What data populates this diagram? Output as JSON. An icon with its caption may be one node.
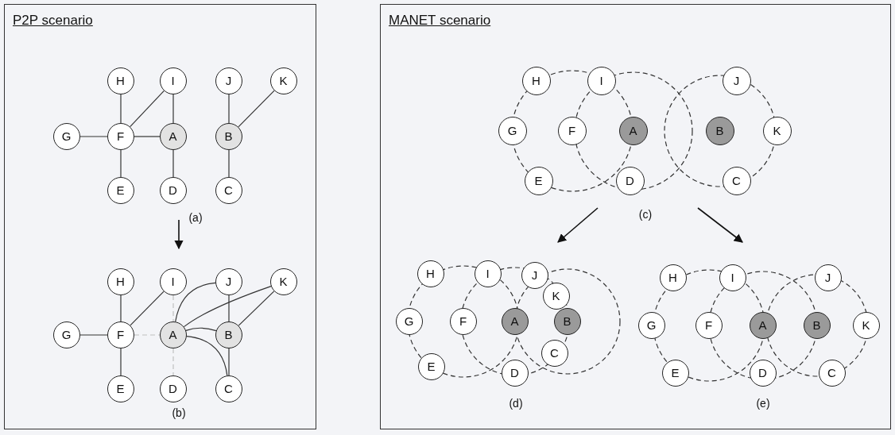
{
  "diagram": {
    "nodes": [
      {
        "text": [
          "P2P scenario"
        ]
      },
      {
        "text": [
          "MANET scenario"
        ]
      },
      {
        "text": [
          "H"
        ],
        "in": 0
      },
      {
        "text": [
          "I"
        ],
        "in": 0
      },
      {
        "text": [
          "J"
        ],
        "in": 0
      },
      {
        "text": [
          "K"
        ],
        "in": 0
      },
      {
        "text": [
          "G"
        ],
        "in": 0
      },
      {
        "text": [
          "F"
        ],
        "in": 0
      },
      {
        "text": [
          "A"
        ],
        "in": 0
      },
      {
        "text": [
          "B"
        ],
        "in": 0
      },
      {
        "text": [
          "E"
        ],
        "in": 0
      },
      {
        "text": [
          "D"
        ],
        "in": 0
      },
      {
        "text": [
          "C"
        ],
        "in": 0
      },
      {
        "text": [
          "H"
        ],
        "in": 0
      },
      {
        "text": [
          "I"
        ],
        "in": 0
      },
      {
        "text": [
          "J"
        ],
        "in": 0
      },
      {
        "text": [
          "K"
        ],
        "in": 0
      },
      {
        "text": [
          "G"
        ],
        "in": 0
      },
      {
        "text": [
          "F"
        ],
        "in": 0
      },
      {
        "text": [
          "A"
        ],
        "in": 0
      },
      {
        "text": [
          "B"
        ],
        "in": 0
      },
      {
        "text": [
          "E"
        ],
        "in": 0
      },
      {
        "text": [
          "D"
        ],
        "in": 0
      },
      {
        "text": [
          "C"
        ],
        "in": 0
      },
      {
        "text": [
          "H"
        ],
        "in": 1
      },
      {
        "text": [
          "I"
        ],
        "in": 1
      },
      {
        "text": [
          "J"
        ],
        "in": 1
      },
      {
        "text": [
          "K"
        ],
        "in": 1
      },
      {
        "text": [
          "G"
        ],
        "in": 1
      },
      {
        "text": [
          "F"
        ],
        "in": 1
      },
      {
        "text": [
          "A"
        ],
        "in": 1
      },
      {
        "text": [
          "B"
        ],
        "in": 1
      },
      {
        "text": [
          "E"
        ],
        "in": 1
      },
      {
        "text": [
          "D"
        ],
        "in": 1
      },
      {
        "text": [
          "C"
        ],
        "in": 1
      },
      {
        "text": [
          "H"
        ],
        "in": 1
      },
      {
        "text": [
          "I"
        ],
        "in": 1
      },
      {
        "text": [
          "J"
        ],
        "in": 1
      },
      {
        "text": [
          "K"
        ],
        "in": 1
      },
      {
        "text": [
          "G"
        ],
        "in": 1
      },
      {
        "text": [
          "F"
        ],
        "in": 1
      },
      {
        "text": [
          "A"
        ],
        "in": 1
      },
      {
        "text": [
          "B"
        ],
        "in": 1
      },
      {
        "text": [
          "E"
        ],
        "in": 1
      },
      {
        "text": [
          "D"
        ],
        "in": 1
      },
      {
        "text": [
          "C"
        ],
        "in": 1
      },
      {
        "text": [
          "H"
        ],
        "in": 1
      },
      {
        "text": [
          "I"
        ],
        "in": 1
      },
      {
        "text": [
          "J"
        ],
        "in": 1
      },
      {
        "text": [
          "K"
        ],
        "in": 1
      },
      {
        "text": [
          "G"
        ],
        "in": 1
      },
      {
        "text": [
          "F"
        ],
        "in": 1
      },
      {
        "text": [
          "A"
        ],
        "in": 1
      },
      {
        "text": [
          "B"
        ],
        "in": 1
      },
      {
        "text": [
          "E"
        ],
        "in": 1
      },
      {
        "text": [
          "D"
        ],
        "in": 1
      },
      {
        "text": [
          "C"
        ],
        "in": 1
      }
    ],
    "edges": [
      {
        "from": 2,
        "to": 7,
        "arrow": "none"
      },
      {
        "from": 3,
        "to": 7,
        "arrow": "none"
      },
      {
        "from": 3,
        "to": 8,
        "arrow": "none"
      },
      {
        "from": 6,
        "to": 7,
        "arrow": "none"
      },
      {
        "from": 7,
        "to": 8,
        "arrow": "none"
      },
      {
        "from": 8,
        "to": 11,
        "arrow": "none"
      },
      {
        "from": 4,
        "to": 9,
        "arrow": "none"
      },
      {
        "from": 5,
        "to": 9,
        "arrow": "none"
      },
      {
        "from": 9,
        "to": 12,
        "arrow": "none"
      },
      {
        "from": 7,
        "to": 10,
        "arrow": "none"
      },
      {
        "from": 13,
        "to": 18,
        "arrow": "none"
      },
      {
        "from": 14,
        "to": 18,
        "arrow": "none"
      },
      {
        "from": 17,
        "to": 18,
        "arrow": "none"
      },
      {
        "from": 18,
        "to": 21,
        "arrow": "none"
      },
      {
        "from": 15,
        "to": 20,
        "arrow": "none"
      },
      {
        "from": 16,
        "to": 20,
        "arrow": "none"
      },
      {
        "from": 20,
        "to": 23,
        "arrow": "none"
      },
      {
        "from": 19,
        "to": 15,
        "arrow": "none"
      },
      {
        "from": 19,
        "to": 16,
        "arrow": "none"
      },
      {
        "from": 19,
        "to": 20,
        "arrow": "none"
      },
      {
        "from": 19,
        "to": 23,
        "arrow": "none"
      },
      {
        "from": 18,
        "to": 19,
        "arrow": "none",
        "style": "dashed",
        "color": "#c0c0c0"
      },
      {
        "from": 14,
        "to": 19,
        "arrow": "none",
        "style": "dashed",
        "color": "#c0c0c0"
      },
      {
        "from": 19,
        "to": 22,
        "arrow": "none",
        "style": "dashed",
        "color": "#c0c0c0"
      }
    ],
    "labels": [
      "(a)",
      "(b)",
      "(c)",
      "(d)",
      "(e)"
    ]
  }
}
